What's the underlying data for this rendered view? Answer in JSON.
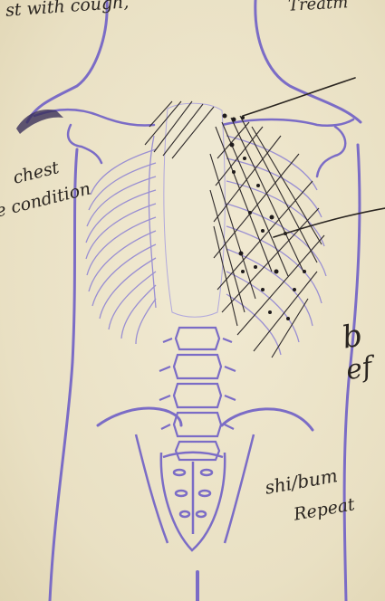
{
  "annotations": {
    "top_left": "st with cough,",
    "top_right": "Treatm",
    "chest": "chest",
    "condition": "e condition",
    "right_mid_1": "b",
    "right_mid_2": "ef",
    "lower_1": "shi/bum",
    "lower_2": "Repeat"
  },
  "colors": {
    "paper": "#ece4c9",
    "outline": "#7b6cc6",
    "ink": "#2a2520"
  }
}
